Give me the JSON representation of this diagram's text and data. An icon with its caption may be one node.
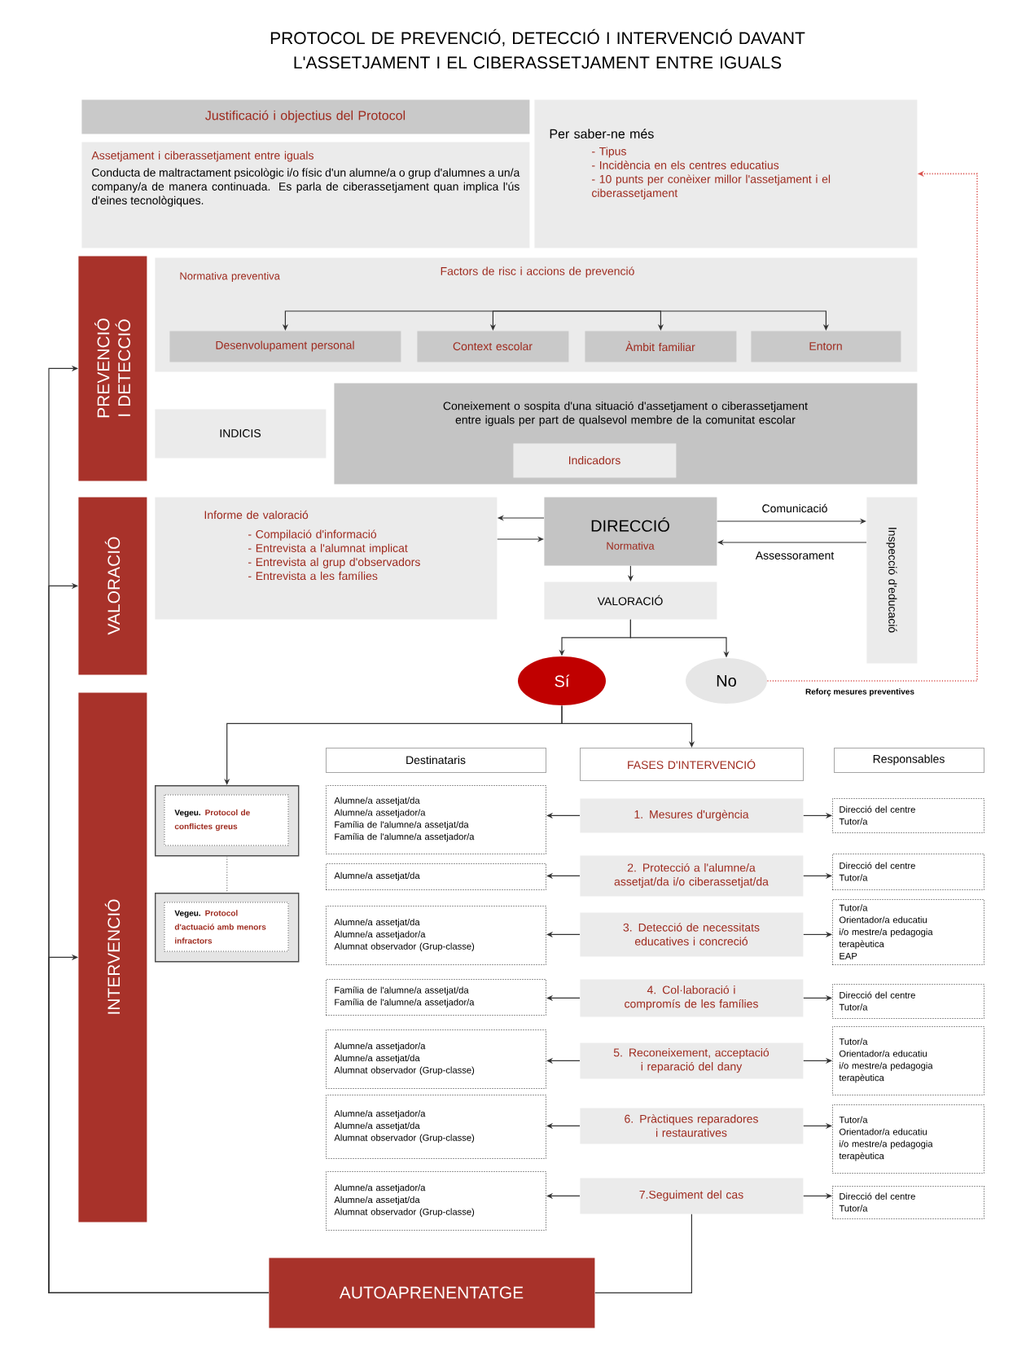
{
  "diagram": {
    "title": "PROTOCOL DE PREVENCIÓ, DETECCIÓ I INTERVENCIÓ DAVANT L'ASSETJAMENT I EL CIBERASSETJAMENT ENTRE IGUALS",
    "nodes": [
      {
        "text": [
          "Justificació i objectius del Protocol"
        ]
      },
      {
        "text": [
          "Assetjament i ciberassetjament entre iguals",
          "Conducta de maltractament psicològic i/o físic d'un alumne/a o grup d'alumnes a un/a company/a de manera continuada. Es parla de ciberassetjament quan implica l'ús d'eines tecnològiques."
        ]
      },
      {
        "text": [
          "Per saber-ne més",
          "- Tipus",
          "- Incidència en els centres educatius",
          "- 10 punts per conèixer millor l'assetjament i el ciberassetjament"
        ]
      },
      {
        "text": [
          "PREVENCIÓ I DETECCIÓ"
        ]
      },
      {
        "text": [
          "Normativa preventiva",
          "Factors de risc i accions de prevenció"
        ]
      },
      {
        "text": [
          "Desenvolupament personal"
        ],
        "in": 4
      },
      {
        "text": [
          "Context escolar"
        ],
        "in": 4
      },
      {
        "text": [
          "Àmbit familiar"
        ],
        "in": 4
      },
      {
        "text": [
          "Entorn"
        ],
        "in": 4
      },
      {
        "text": [
          "INDICIS"
        ]
      },
      {
        "text": [
          "Coneixement o sospita d'una situació d'assetjament o ciberassetjament entre iguals per part de qualsevol membre de la comunitat escolar"
        ]
      },
      {
        "text": [
          "Indicadors"
        ],
        "in": 10
      },
      {
        "text": [
          "VALORACIÓ"
        ]
      },
      {
        "text": [
          "Informe de valoració",
          "- Compilació d'informació",
          "- Entrevista a l'alumnat implicat",
          "- Entrevista al grup d'observadors",
          "- Entrevista a les famílies"
        ]
      },
      {
        "text": [
          "DIRECCIÓ",
          "Normativa"
        ]
      },
      {
        "text": [
          "VALORACIÓ"
        ]
      },
      {
        "text": [
          "Inspecció d'educació"
        ]
      },
      {
        "text": [
          "Sí"
        ]
      },
      {
        "text": [
          "No"
        ]
      },
      {
        "text": [
          "INTERVENCIÓ"
        ]
      },
      {
        "text": [
          "Vegeu.",
          "Protocol de conflictes greus"
        ]
      },
      {
        "text": [
          "Vegeu.",
          "Protocol d'actuació amb menors infractors"
        ]
      },
      {
        "text": [
          "Destinataris"
        ]
      },
      {
        "text": [
          "FASES D'INTERVENCIÓ"
        ]
      },
      {
        "text": [
          "Responsables"
        ]
      },
      {
        "text": [
          "Alumne/a assetjat/da",
          "Alumne/a assetjador/a",
          "Família de l'alumne/a assetjat/da",
          "Família de l'alumne/a assetjador/a"
        ]
      },
      {
        "text": [
          "1. Mesures d'urgència"
        ]
      },
      {
        "text": [
          "Direcció del centre",
          "Tutor/a"
        ]
      },
      {
        "text": [
          "Alumne/a assetjat/da"
        ]
      },
      {
        "text": [
          "2. Protecció a l'alumne/a assetjat/da i/o ciberassetjat/da"
        ]
      },
      {
        "text": [
          "Direcció del centre",
          "Tutor/a"
        ]
      },
      {
        "text": [
          "Alumne/a assetjat/da",
          "Alumne/a assetjador/a",
          "Alumnat observador (Grup-classe)"
        ]
      },
      {
        "text": [
          "3. Detecció de necessitats educatives i concreció"
        ]
      },
      {
        "text": [
          "Tutor/a",
          "Orientador/a educatiu",
          "i/o mestre/a pedagogia terapèutica",
          "EAP"
        ]
      },
      {
        "text": [
          "Família de l'alumne/a assetjat/da",
          "Família de l'alumne/a assetjador/a"
        ]
      },
      {
        "text": [
          "4. Col·laboració i compromís de les famílies"
        ]
      },
      {
        "text": [
          "Direcció del centre",
          "Tutor/a"
        ]
      },
      {
        "text": [
          "Alumne/a assetjador/a",
          "Alumne/a assetjat/da",
          "Alumnat observador (Grup-classe)"
        ]
      },
      {
        "text": [
          "5. Reconeixement, acceptació i reparació del dany"
        ]
      },
      {
        "text": [
          "Tutor/a",
          "Orientador/a educatiu",
          "i/o mestre/a pedagogia terapèutica"
        ]
      },
      {
        "text": [
          "Alumne/a assetjador/a",
          "Alumne/a assetjat/da",
          "Alumnat observador (Grup-classe)"
        ]
      },
      {
        "text": [
          "6. Pràctiques reparadores i restauratives"
        ]
      },
      {
        "text": [
          "Tutor/a",
          "Orientador/a educatiu",
          "i/o mestre/a pedagogia terapèutica"
        ]
      },
      {
        "text": [
          "Alumne/a assetjador/a",
          "Alumne/a assetjat/da",
          "Alumnat observador (Grup-classe)"
        ]
      },
      {
        "text": [
          "7.Seguiment del cas"
        ]
      },
      {
        "text": [
          "Direcció del centre",
          "Tutor/a"
        ]
      },
      {
        "text": [
          "AUTOAPRENENTATGE"
        ]
      }
    ],
    "edges": [
      {
        "from": null,
        "to": 5,
        "arrow": "to"
      },
      {
        "from": null,
        "to": 6,
        "arrow": "to"
      },
      {
        "from": null,
        "to": 7,
        "arrow": "to"
      },
      {
        "from": null,
        "to": 8,
        "arrow": "to"
      },
      {
        "from": 14,
        "to": 13,
        "arrow": "to"
      },
      {
        "from": 13,
        "to": 14,
        "arrow": "to"
      },
      {
        "from": 14,
        "to": 16,
        "arrow": "to",
        "label": "Comunicació"
      },
      {
        "from": 16,
        "to": 14,
        "arrow": "to",
        "label": "Assessorament"
      },
      {
        "from": 14,
        "to": 15,
        "arrow": "to"
      },
      {
        "from": 15,
        "to": 17,
        "arrow": "to"
      },
      {
        "from": 15,
        "to": 18,
        "arrow": "to"
      },
      {
        "from": 18,
        "to": 2,
        "arrow": "to",
        "label": "Reforç mesures preventives",
        "style": "dashed",
        "color": "#d9534f"
      },
      {
        "from": 17,
        "to": 20,
        "arrow": "to"
      },
      {
        "from": 17,
        "to": 23,
        "arrow": "to"
      },
      {
        "from": 20,
        "to": 21,
        "arrow": "none",
        "style": "dashed",
        "color": "#9a9a9a"
      },
      {
        "from": 26,
        "to": 25,
        "arrow": "to"
      },
      {
        "from": 26,
        "to": 27,
        "arrow": "to"
      },
      {
        "from": 29,
        "to": 28,
        "arrow": "to"
      },
      {
        "from": 29,
        "to": 30,
        "arrow": "to"
      },
      {
        "from": 32,
        "to": 31,
        "arrow": "to"
      },
      {
        "from": 32,
        "to": 33,
        "arrow": "to"
      },
      {
        "from": 35,
        "to": 34,
        "arrow": "to"
      },
      {
        "from": 35,
        "to": 36,
        "arrow": "to"
      },
      {
        "from": 38,
        "to": 37,
        "arrow": "to"
      },
      {
        "from": 38,
        "to": 39,
        "arrow": "to"
      },
      {
        "from": 41,
        "to": 40,
        "arrow": "to"
      },
      {
        "from": 41,
        "to": 42,
        "arrow": "to"
      },
      {
        "from": 44,
        "to": 43,
        "arrow": "to"
      },
      {
        "from": 44,
        "to": 45,
        "arrow": "to"
      },
      {
        "from": 44,
        "to": 46,
        "arrow": "none"
      },
      {
        "from": 46,
        "to": 3,
        "arrow": "to"
      },
      {
        "from": 46,
        "to": 12,
        "arrow": "to"
      },
      {
        "from": 46,
        "to": 19,
        "arrow": "to"
      }
    ]
  }
}
